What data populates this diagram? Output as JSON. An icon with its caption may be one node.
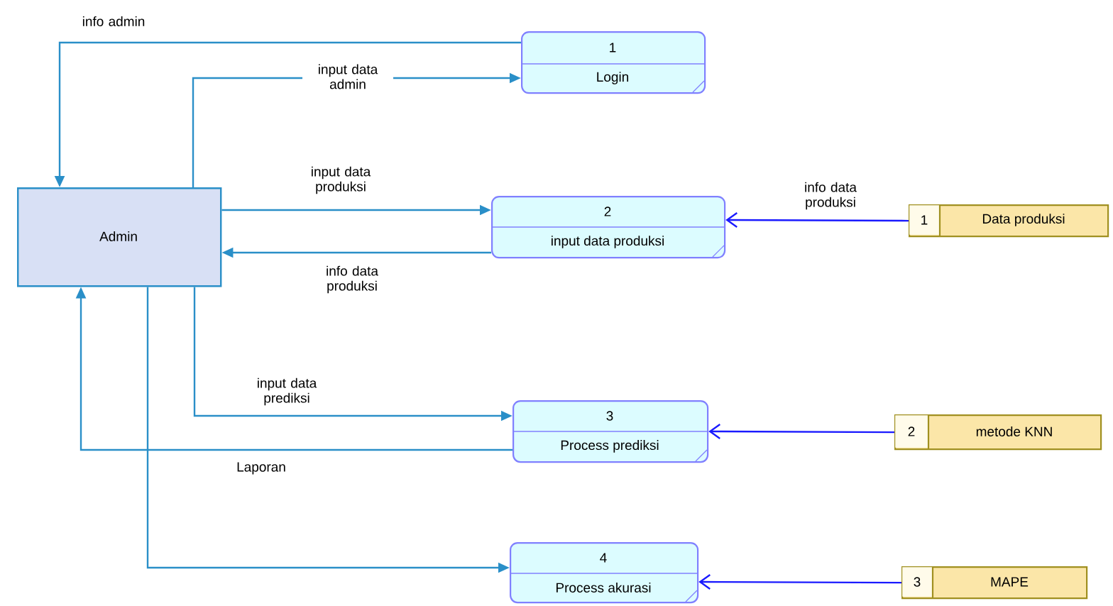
{
  "diagram": {
    "nodes": [
      {
        "text": [
          "Admin"
        ]
      },
      {
        "text": [
          "1",
          "Login"
        ]
      },
      {
        "text": [
          "2",
          "input data produksi"
        ]
      },
      {
        "text": [
          "3",
          "Process prediksi"
        ]
      },
      {
        "text": [
          "4",
          "Process akurasi"
        ]
      },
      {
        "text": [
          "1",
          "Data produksi"
        ]
      },
      {
        "text": [
          "2",
          "metode KNN"
        ]
      },
      {
        "text": [
          "3",
          "MAPE"
        ]
      }
    ],
    "edges": [
      {
        "from": 1,
        "to": 0,
        "arrow": "to",
        "label": "info admin"
      },
      {
        "from": 0,
        "to": 1,
        "arrow": "to",
        "label": "input data admin"
      },
      {
        "from": 0,
        "to": 2,
        "arrow": "to",
        "label": "input data produksi"
      },
      {
        "from": 2,
        "to": 0,
        "arrow": "to",
        "label": "info data produksi"
      },
      {
        "from": 5,
        "to": 2,
        "arrow": "to",
        "label": "info data produksi",
        "color": "#1a1aff"
      },
      {
        "from": 0,
        "to": 3,
        "arrow": "to",
        "label": "input data prediksi"
      },
      {
        "from": 3,
        "to": 0,
        "arrow": "to",
        "label": "Laporan"
      },
      {
        "from": 6,
        "to": 3,
        "arrow": "to",
        "color": "#1a1aff"
      },
      {
        "from": 0,
        "to": 4,
        "arrow": "to"
      },
      {
        "from": 7,
        "to": 4,
        "arrow": "to",
        "color": "#1a1aff"
      }
    ]
  }
}
